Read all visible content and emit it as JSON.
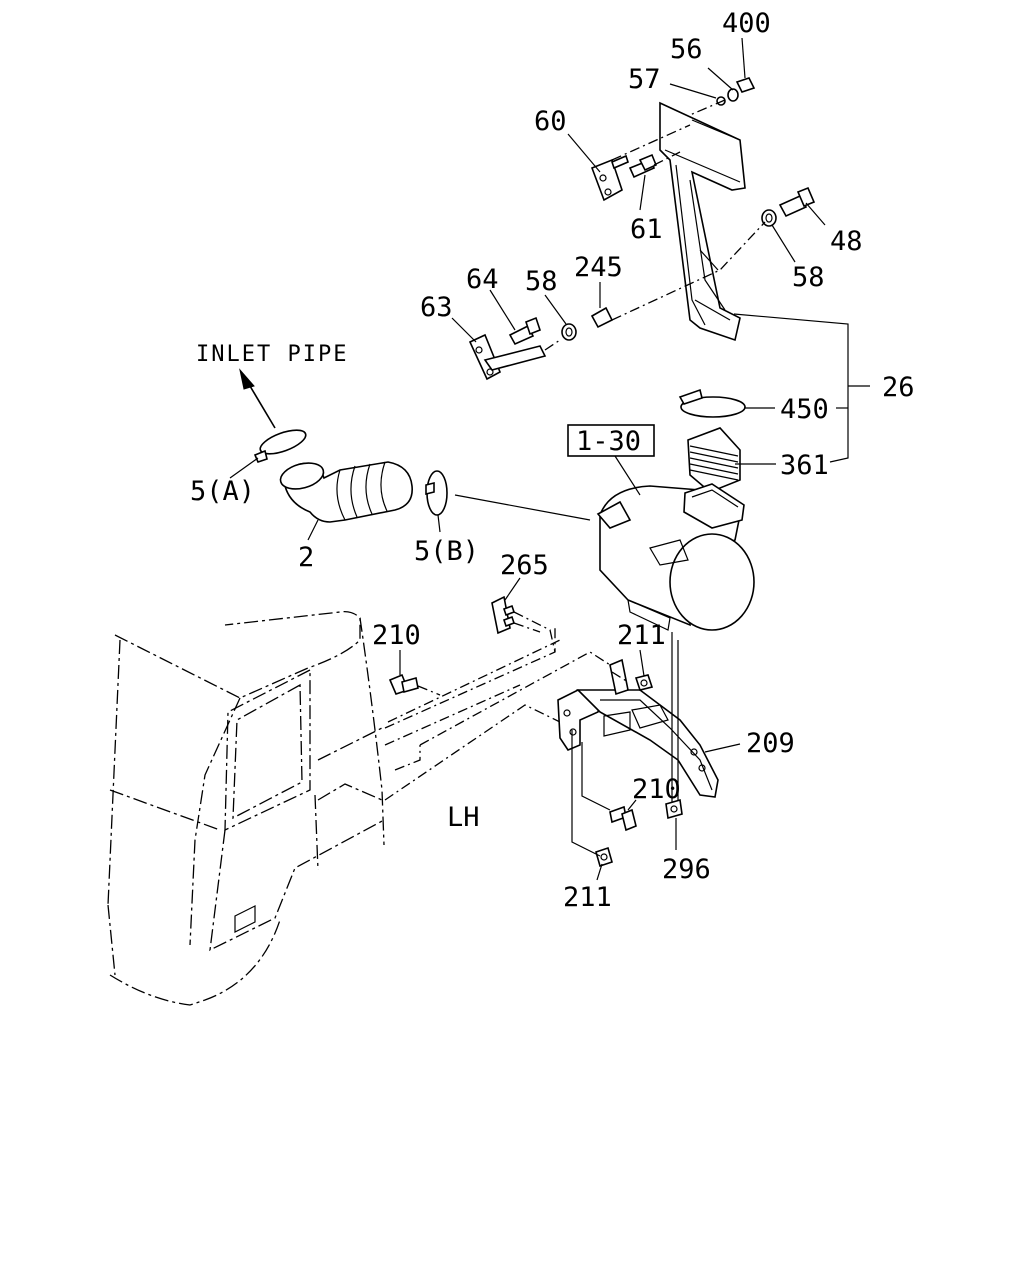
{
  "labels": {
    "inlet_pipe": "INLET PIPE",
    "assembly_ref": "1-30",
    "side": "LH",
    "p400": "400",
    "p56": "56",
    "p57": "57",
    "p60": "60",
    "p61": "61",
    "p48": "48",
    "p58_right": "58",
    "p245": "245",
    "p58_left": "58",
    "p64": "64",
    "p63": "63",
    "p26": "26",
    "p450": "450",
    "p361": "361",
    "p5a": "5(A)",
    "p2": "2",
    "p5b": "5(B)",
    "p265": "265",
    "p210_top": "210",
    "p211_top": "211",
    "p209": "209",
    "p210_bottom": "210",
    "p296": "296",
    "p211_bottom": "211"
  }
}
